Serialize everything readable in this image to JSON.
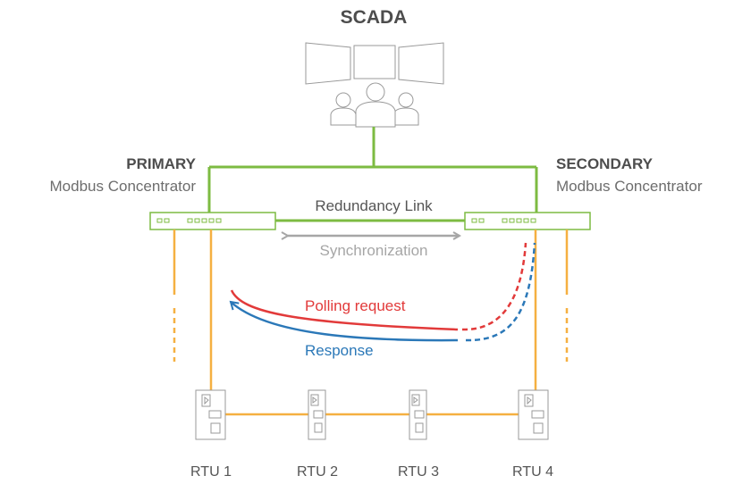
{
  "scada": {
    "title": "SCADA"
  },
  "primary": {
    "role": "PRIMARY",
    "name": "Modbus Concentrator"
  },
  "secondary": {
    "role": "SECONDARY",
    "name": "Modbus Concentrator"
  },
  "links": {
    "redundancy": "Redundancy Link",
    "synchronization": "Synchronization",
    "polling": "Polling request",
    "response": "Response"
  },
  "rtus": [
    {
      "label": "RTU 1"
    },
    {
      "label": "RTU 2"
    },
    {
      "label": "RTU 3"
    },
    {
      "label": "RTU 4"
    }
  ],
  "colors": {
    "network": "#7dbb42",
    "field_bus": "#f5b041",
    "polling": "#e23a3a",
    "response": "#2b78b8",
    "sync": "#a6a6a6",
    "device_outline": "#9a9a9a"
  }
}
